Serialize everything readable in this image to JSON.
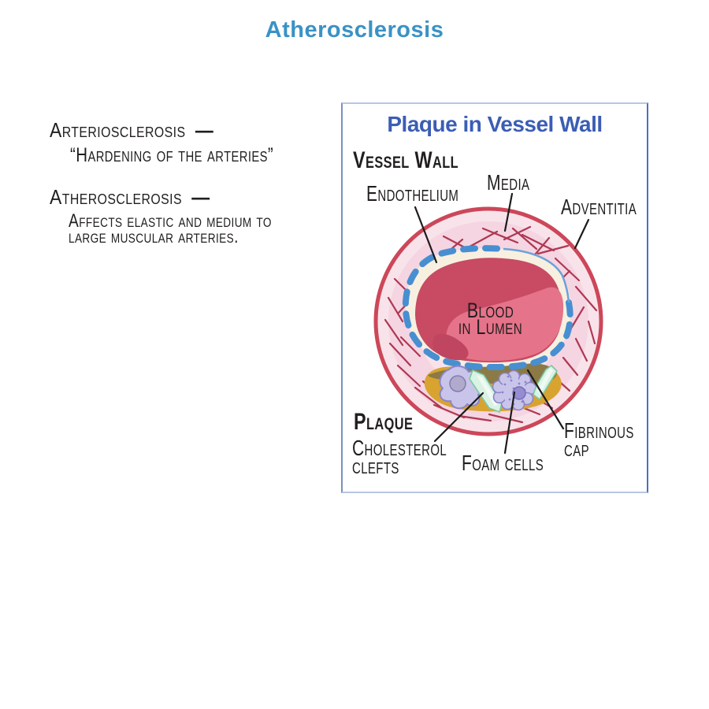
{
  "colors": {
    "page-title": "#3a92c4",
    "panel-title": "#3b5db4",
    "ink": "#211e20",
    "leader": "#1c1c1c",
    "ring-fill": "#f9e3ea",
    "ring-band": "#f3cbda",
    "ring-stroke": "#cc4759",
    "fiber": "#ae3853",
    "endo-dash": "#488fd1",
    "cream": "#f7f0e0",
    "lumen-dark": "#c84a63",
    "lumen-light": "#e57389",
    "lumen-deep": "#bf4560",
    "plaque-gold": "#d9a330",
    "cap-olive": "#8b7a46",
    "cell-fill": "#c9c5ea",
    "cell-stroke": "#8a85c7",
    "nucleus-deep": "#958cd1",
    "crystal-fill": "#daf2e4",
    "crystal-stroke": "#7cc7a2"
  },
  "header": {
    "title": "Atherosclerosis"
  },
  "notes": {
    "term1": "Arteriosclerosis",
    "dash1": "—",
    "def1": "“Hardening of the arteries”",
    "term2": "Atherosclerosis",
    "dash2": "—",
    "def2a": "Affects elastic and medium to",
    "def2b": "large muscular arteries."
  },
  "panel": {
    "title": "Plaque in Vessel Wall",
    "labels": {
      "vessel_wall": "Vessel Wall",
      "endothelium": "Endothelium",
      "media": "Media",
      "adventitia": "Adventitia",
      "blood1": "Blood",
      "blood2": "in Lumen",
      "plaque": "Plaque",
      "cholesterol1": "Cholesterol",
      "cholesterol2": "clefts",
      "foam_cells": "Foam cells",
      "fibrinous1": "Fibrinous",
      "fibrinous2": "cap"
    }
  }
}
